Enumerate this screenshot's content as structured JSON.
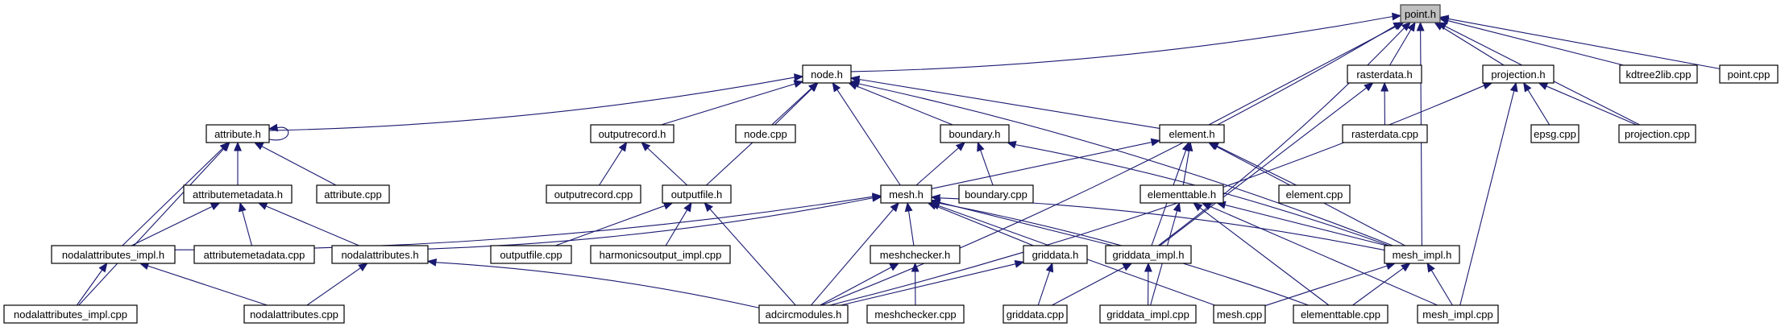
{
  "diagram": {
    "type": "include-dependency-graph",
    "root": "point_h",
    "nodes": [
      {
        "id": "point_h",
        "label": "point.h",
        "root": true
      },
      {
        "id": "node_h",
        "label": "node.h"
      },
      {
        "id": "rasterdata_h",
        "label": "rasterdata.h"
      },
      {
        "id": "projection_h",
        "label": "projection.h"
      },
      {
        "id": "kdtree2lib_cpp",
        "label": "kdtree2lib.cpp"
      },
      {
        "id": "point_cpp",
        "label": "point.cpp"
      },
      {
        "id": "attribute_h",
        "label": "attribute.h"
      },
      {
        "id": "outputrecord_h",
        "label": "outputrecord.h"
      },
      {
        "id": "node_cpp",
        "label": "node.cpp"
      },
      {
        "id": "boundary_h",
        "label": "boundary.h"
      },
      {
        "id": "element_h",
        "label": "element.h"
      },
      {
        "id": "rasterdata_cpp",
        "label": "rasterdata.cpp"
      },
      {
        "id": "epsg_cpp",
        "label": "epsg.cpp"
      },
      {
        "id": "projection_cpp",
        "label": "projection.cpp"
      },
      {
        "id": "attributemetadata_h",
        "label": "attributemetadata.h"
      },
      {
        "id": "attribute_cpp",
        "label": "attribute.cpp"
      },
      {
        "id": "outputrecord_cpp",
        "label": "outputrecord.cpp"
      },
      {
        "id": "outputfile_h",
        "label": "outputfile.h"
      },
      {
        "id": "mesh_h",
        "label": "mesh.h"
      },
      {
        "id": "boundary_cpp",
        "label": "boundary.cpp"
      },
      {
        "id": "elementtable_h",
        "label": "elementtable.h"
      },
      {
        "id": "element_cpp",
        "label": "element.cpp"
      },
      {
        "id": "nodalattributes_impl_h",
        "label": "nodalattributes_impl.h"
      },
      {
        "id": "attributemetadata_cpp",
        "label": "attributemetadata.cpp"
      },
      {
        "id": "nodalattributes_h",
        "label": "nodalattributes.h"
      },
      {
        "id": "outputfile_cpp",
        "label": "outputfile.cpp"
      },
      {
        "id": "harmonicsoutput_impl_cpp",
        "label": "harmonicsoutput_impl.cpp"
      },
      {
        "id": "meshchecker_h",
        "label": "meshchecker.h"
      },
      {
        "id": "griddata_h",
        "label": "griddata.h"
      },
      {
        "id": "griddata_impl_h",
        "label": "griddata_impl.h"
      },
      {
        "id": "mesh_impl_h",
        "label": "mesh_impl.h"
      },
      {
        "id": "nodalattributes_impl_cpp",
        "label": "nodalattributes_impl.cpp"
      },
      {
        "id": "nodalattributes_cpp",
        "label": "nodalattributes.cpp"
      },
      {
        "id": "adcircmodules_h",
        "label": "adcircmodules.h"
      },
      {
        "id": "meshchecker_cpp",
        "label": "meshchecker.cpp"
      },
      {
        "id": "griddata_cpp",
        "label": "griddata.cpp"
      },
      {
        "id": "griddata_impl_cpp",
        "label": "griddata_impl.cpp"
      },
      {
        "id": "mesh_cpp",
        "label": "mesh.cpp"
      },
      {
        "id": "elementtable_cpp",
        "label": "elementtable.cpp"
      },
      {
        "id": "mesh_impl_cpp",
        "label": "mesh_impl.cpp"
      }
    ],
    "edges": [
      {
        "from": "node_h",
        "to": "point_h"
      },
      {
        "from": "rasterdata_h",
        "to": "point_h"
      },
      {
        "from": "projection_h",
        "to": "point_h"
      },
      {
        "from": "kdtree2lib_cpp",
        "to": "point_h"
      },
      {
        "from": "point_cpp",
        "to": "point_h"
      },
      {
        "from": "element_h",
        "to": "point_h"
      },
      {
        "from": "projection_cpp",
        "to": "point_h"
      },
      {
        "from": "adcircmodules_h",
        "to": "point_h"
      },
      {
        "from": "griddata_impl_h",
        "to": "point_h"
      },
      {
        "from": "mesh_impl_h",
        "to": "point_h"
      },
      {
        "from": "attribute_h",
        "to": "node_h"
      },
      {
        "from": "outputrecord_h",
        "to": "node_h"
      },
      {
        "from": "node_cpp",
        "to": "node_h"
      },
      {
        "from": "boundary_h",
        "to": "node_h"
      },
      {
        "from": "element_h",
        "to": "node_h"
      },
      {
        "from": "outputfile_h",
        "to": "node_h"
      },
      {
        "from": "mesh_h",
        "to": "node_h"
      },
      {
        "from": "mesh_impl_h",
        "to": "node_h"
      },
      {
        "from": "rasterdata_cpp",
        "to": "rasterdata_h"
      },
      {
        "from": "griddata_impl_h",
        "to": "rasterdata_h"
      },
      {
        "from": "epsg_cpp",
        "to": "projection_h"
      },
      {
        "from": "projection_cpp",
        "to": "projection_h"
      },
      {
        "from": "mesh_impl_cpp",
        "to": "projection_h"
      },
      {
        "from": "adcircmodules_h",
        "to": "projection_h"
      },
      {
        "from": "attribute_h",
        "to": "attribute_h",
        "self": true
      },
      {
        "from": "attributemetadata_h",
        "to": "attribute_h"
      },
      {
        "from": "attribute_cpp",
        "to": "attribute_h"
      },
      {
        "from": "nodalattributes_impl_h",
        "to": "attribute_h"
      },
      {
        "from": "nodalattributes_impl_cpp",
        "to": "attribute_h"
      },
      {
        "from": "outputrecord_cpp",
        "to": "outputrecord_h"
      },
      {
        "from": "outputfile_h",
        "to": "outputrecord_h"
      },
      {
        "from": "mesh_h",
        "to": "boundary_h"
      },
      {
        "from": "boundary_cpp",
        "to": "boundary_h"
      },
      {
        "from": "mesh_impl_h",
        "to": "boundary_h"
      },
      {
        "from": "mesh_h",
        "to": "element_h"
      },
      {
        "from": "elementtable_h",
        "to": "element_h"
      },
      {
        "from": "element_cpp",
        "to": "element_h"
      },
      {
        "from": "mesh_impl_h",
        "to": "element_h"
      },
      {
        "from": "griddata_impl_h",
        "to": "element_h"
      },
      {
        "from": "nodalattributes_impl_h",
        "to": "attributemetadata_h"
      },
      {
        "from": "attributemetadata_cpp",
        "to": "attributemetadata_h"
      },
      {
        "from": "nodalattributes_h",
        "to": "attributemetadata_h"
      },
      {
        "from": "outputfile_cpp",
        "to": "outputfile_h"
      },
      {
        "from": "harmonicsoutput_impl_cpp",
        "to": "outputfile_h"
      },
      {
        "from": "adcircmodules_h",
        "to": "outputfile_h"
      },
      {
        "from": "boundary_cpp",
        "to": "mesh_h",
        "skip": true
      },
      {
        "from": "nodalattributes_impl_h",
        "to": "mesh_h"
      },
      {
        "from": "nodalattributes_h",
        "to": "mesh_h"
      },
      {
        "from": "meshchecker_h",
        "to": "mesh_h"
      },
      {
        "from": "griddata_h",
        "to": "mesh_h"
      },
      {
        "from": "griddata_impl_h",
        "to": "mesh_h"
      },
      {
        "from": "mesh_impl_h",
        "to": "mesh_h"
      },
      {
        "from": "adcircmodules_h",
        "to": "mesh_h"
      },
      {
        "from": "mesh_cpp",
        "to": "mesh_h"
      },
      {
        "from": "elementtable_cpp",
        "to": "mesh_h"
      },
      {
        "from": "mesh_impl_h",
        "to": "elementtable_h"
      },
      {
        "from": "elementtable_cpp",
        "to": "elementtable_h"
      },
      {
        "from": "mesh_impl_cpp",
        "to": "elementtable_h"
      },
      {
        "from": "griddata_impl_cpp",
        "to": "elementtable_h"
      },
      {
        "from": "nodalattributes_impl_cpp",
        "to": "nodalattributes_impl_h"
      },
      {
        "from": "nodalattributes_cpp",
        "to": "nodalattributes_impl_h"
      },
      {
        "from": "nodalattributes_cpp",
        "to": "nodalattributes_h"
      },
      {
        "from": "adcircmodules_h",
        "to": "nodalattributes_h"
      },
      {
        "from": "adcircmodules_h",
        "to": "meshchecker_h"
      },
      {
        "from": "meshchecker_cpp",
        "to": "meshchecker_h"
      },
      {
        "from": "adcircmodules_h",
        "to": "griddata_h"
      },
      {
        "from": "griddata_cpp",
        "to": "griddata_h"
      },
      {
        "from": "griddata_cpp",
        "to": "griddata_impl_h"
      },
      {
        "from": "griddata_impl_cpp",
        "to": "griddata_impl_h"
      },
      {
        "from": "mesh_cpp",
        "to": "mesh_impl_h"
      },
      {
        "from": "elementtable_cpp",
        "to": "mesh_impl_h"
      },
      {
        "from": "mesh_impl_cpp",
        "to": "mesh_impl_h"
      }
    ]
  },
  "colors": {
    "edge": "#191970",
    "node_border": "#000000",
    "node_fill": "#ffffff",
    "root_fill": "#bfbfbf",
    "root_border": "#404040",
    "background": "#ffffff"
  }
}
